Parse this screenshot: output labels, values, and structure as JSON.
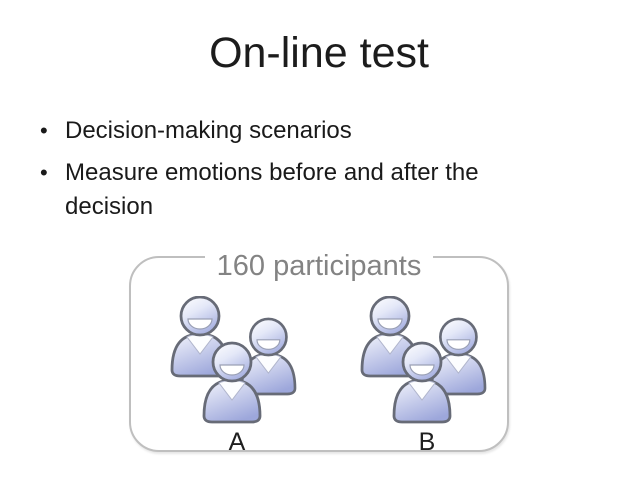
{
  "slide": {
    "title": "On-line test",
    "bullets": [
      "Decision-making scenarios",
      "Measure emotions before and after the decision"
    ],
    "participants_box": {
      "label": "160 participants",
      "groups": [
        {
          "label": "A",
          "icon": "people-group-icon",
          "people_count": 3
        },
        {
          "label": "B",
          "icon": "people-group-icon",
          "people_count": 3
        }
      ]
    },
    "colors": {
      "background": "#ffffff",
      "text_black": "#1c1c1c",
      "box_border_gray": "#bfbfbf",
      "participants_label_gray": "#838383",
      "icon_outline": "#676b77",
      "icon_gradient_light": "#ffffff",
      "icon_gradient_dark": "#a9b2e1",
      "icon_body_dark": "#9da7db"
    }
  }
}
